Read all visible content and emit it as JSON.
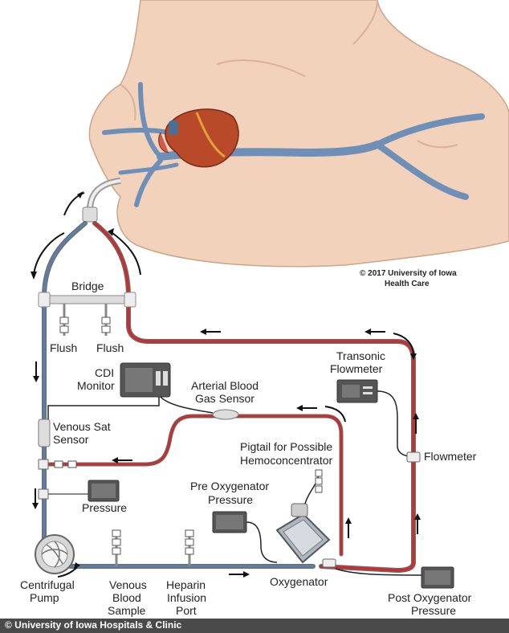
{
  "copyright_line1": "© 2017 University of Iowa",
  "copyright_line2": "Health Care",
  "footer": "© University of Iowa Hospitals & Clinic",
  "labels": {
    "bridge": "Bridge",
    "flush_left": "Flush",
    "flush_right": "Flush",
    "cdi_monitor_1": "CDI",
    "cdi_monitor_2": "Monitor",
    "arterial_1": "Arterial Blood",
    "arterial_2": "Gas Sensor",
    "transonic_1": "Transonic",
    "transonic_2": "Flowmeter",
    "venous_sat_1": "Venous Sat",
    "venous_sat_2": "Sensor",
    "pigtail_1": "Pigtail for Possible",
    "pigtail_2": "Hemoconcentrator",
    "flowmeter": "Flowmeter",
    "pressure": "Pressure",
    "pre_oxy_1": "Pre Oxygenator",
    "pre_oxy_2": "Pressure",
    "centrifugal_1": "Centrifugal",
    "centrifugal_2": "Pump",
    "venous_blood_1": "Venous",
    "venous_blood_2": "Blood",
    "venous_blood_3": "Sample",
    "heparin_1": "Heparin",
    "heparin_2": "Infusion",
    "heparin_3": "Port",
    "oxygenator": "Oxygenator",
    "post_oxy_1": "Post Oxygenator",
    "post_oxy_2": "Pressure"
  },
  "colors": {
    "venous_line": "#5b7fa6",
    "arterial_line": "#c62f2f",
    "skin": "#f2d2bb",
    "vessel": "#6d8fb8",
    "heart": "#b84a2a"
  }
}
